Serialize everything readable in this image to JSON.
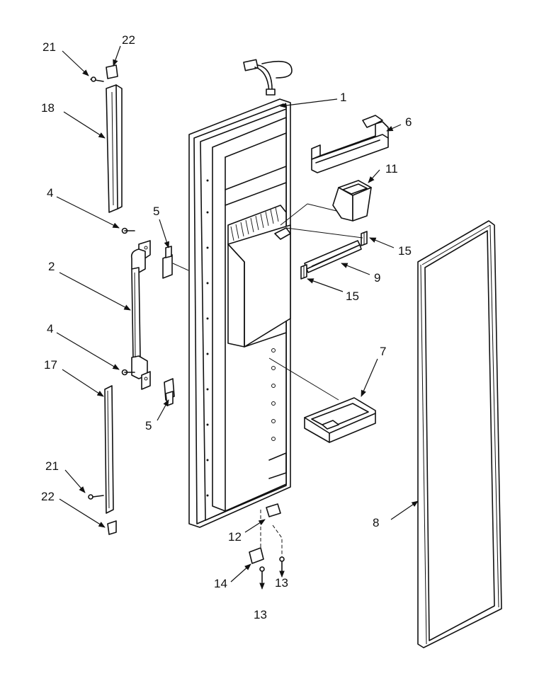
{
  "callouts": [
    {
      "id": "c21a",
      "text": "21"
    },
    {
      "id": "c22a",
      "text": "22"
    },
    {
      "id": "c18",
      "text": "18"
    },
    {
      "id": "c4a",
      "text": "4"
    },
    {
      "id": "c5a",
      "text": "5"
    },
    {
      "id": "c2",
      "text": "2"
    },
    {
      "id": "c4b",
      "text": "4"
    },
    {
      "id": "c17",
      "text": "17"
    },
    {
      "id": "c5b",
      "text": "5"
    },
    {
      "id": "c21b",
      "text": "21"
    },
    {
      "id": "c22b",
      "text": "22"
    },
    {
      "id": "c1",
      "text": "1"
    },
    {
      "id": "c6",
      "text": "6"
    },
    {
      "id": "c11",
      "text": "11"
    },
    {
      "id": "c15a",
      "text": "15"
    },
    {
      "id": "c9",
      "text": "9"
    },
    {
      "id": "c15b",
      "text": "15"
    },
    {
      "id": "c7",
      "text": "7"
    },
    {
      "id": "c8",
      "text": "8"
    },
    {
      "id": "c12",
      "text": "12"
    },
    {
      "id": "c14",
      "text": "14"
    },
    {
      "id": "c13a",
      "text": "13"
    },
    {
      "id": "c13b",
      "text": "13"
    }
  ]
}
